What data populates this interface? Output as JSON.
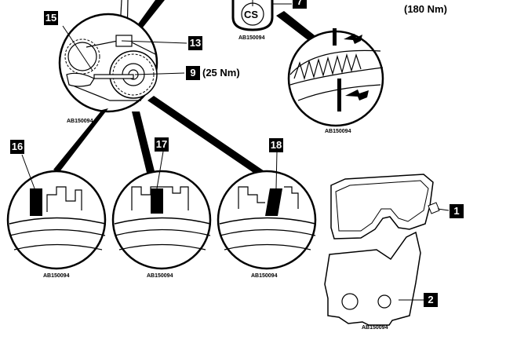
{
  "callouts": {
    "c15": "15",
    "c13": "13",
    "c9": "9",
    "c16": "16",
    "c17": "17",
    "c18": "18",
    "c1": "1",
    "c2": "2",
    "c7": "7"
  },
  "torques": {
    "t9": "(25 Nm)",
    "t_top": "(180 Nm)"
  },
  "marks": {
    "cs": "CS"
  },
  "refs": {
    "r1": "AB150094",
    "r2": "AB150094",
    "r3": "AB150094",
    "r4": "AB150094",
    "r5": "AB150094",
    "r6": "AB150094",
    "r7": "AB150094"
  }
}
